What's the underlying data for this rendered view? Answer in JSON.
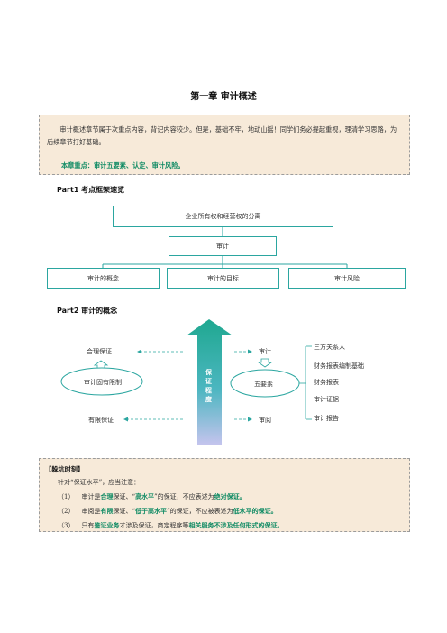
{
  "chapter_title": "第一章  审计概述",
  "intro": {
    "text": "审计概述章节属于次重点内容，背记内容较少。但是，基础不牢，地动山摇！同学们务必提起重视，理清学习思路，为后续章节打好基础。",
    "focus": "本章重点：审计五要素、认定、审计风险。"
  },
  "part1": {
    "heading": "Part1  考点框架速览",
    "top": "企业所有权和经营权的分离",
    "mid": "审计",
    "children": [
      "审计的概念",
      "审计的目标",
      "审计风险"
    ]
  },
  "part2": {
    "heading": "Part2  审计的概念",
    "left_top": "合理保证",
    "left_ellipse": "审计固有限制",
    "left_bottom": "有限保证",
    "arrow_label": "保证程度",
    "right_top": "审计",
    "right_ellipse": "五要素",
    "right_bottom": "审阅",
    "elements": [
      "三方关系人",
      "财务报表编制基础",
      "财务报表",
      "审计证据",
      "审计报告"
    ]
  },
  "tips": {
    "title": "【躲坑时刻】",
    "lead": "针对“保证水平”，应当注意：",
    "items": [
      {
        "num": "（1）",
        "a": "审计是",
        "b": "合理",
        "c": "保证、“",
        "d": "高水平",
        "e": "”的保证，不应表述为",
        "f": "绝对保证。",
        "g": ""
      },
      {
        "num": "（2）",
        "a": "审阅是",
        "b": "有限",
        "c": "保证、“",
        "d": "低于高水平",
        "e": "”的保证，不应被表述为",
        "f": "低水平的保证。",
        "g": ""
      },
      {
        "num": "（3）",
        "a": "只有",
        "b": "鉴证业务",
        "c": "才涉及保证，商定程序等",
        "d": "相关服务不涉及任何形式的保证。",
        "e": "",
        "f": "",
        "g": ""
      }
    ]
  },
  "colors": {
    "accent": "#2ba6a0",
    "green_text": "#0e8a63",
    "box_bg": "#f7ead9"
  }
}
